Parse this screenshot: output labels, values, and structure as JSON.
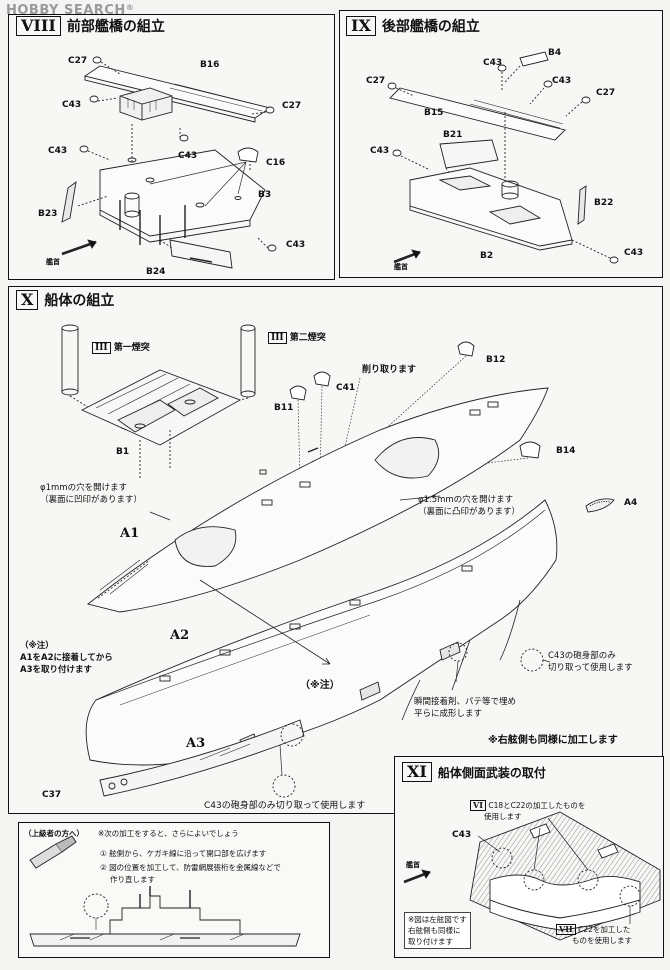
{
  "watermark": {
    "text": "HOBBY SEARCH",
    "reg": "®"
  },
  "steps": {
    "viii": {
      "numeral": "VIII",
      "title": "前部艦橋の組立",
      "labels": {
        "c27a": "C27",
        "b16": "B16",
        "c43a": "C43",
        "c27b": "C27",
        "c43b": "C43",
        "c43c": "C43",
        "c16": "C16",
        "b3": "B3",
        "b23": "B23",
        "c43d": "C43",
        "b24": "B24"
      },
      "bow": "艦首"
    },
    "ix": {
      "numeral": "IX",
      "title": "後部艦橋の組立",
      "labels": {
        "b4": "B4",
        "c43a": "C43",
        "c27a": "C27",
        "c43b": "C43",
        "c27b": "C27",
        "b15": "B15",
        "b21": "B21",
        "c43c": "C43",
        "b22": "B22",
        "b2": "B2",
        "c43d": "C43"
      },
      "bow": "艦首"
    },
    "x": {
      "numeral": "X",
      "title": "船体の組立",
      "funnel1": {
        "ref": "III",
        "text": "第一煙突"
      },
      "funnel2": {
        "ref": "III",
        "text": "第二煙突"
      },
      "labels": {
        "b1": "B1",
        "b12": "B12",
        "c41": "C41",
        "b11": "B11",
        "b14": "B14",
        "a4": "A4",
        "a1": "A1",
        "a2": "A2",
        "a3": "A3",
        "c37": "C37"
      },
      "remove": "削り取ります",
      "hole1": "φ1mmの穴を開けます",
      "hole1_sub": "（裏面に凹印があります）",
      "hole2": "φ1.5mmの穴を開けます",
      "hole2_sub": "（裏面に凸印があります）",
      "note_mark": "（※注）",
      "note_line1": "A1をA2に接着してから",
      "note_line2": "A3を取り付けます",
      "note_mark2": "（※注）",
      "c43_cut1_line1": "C43の砲身部のみ",
      "c43_cut1_line2": "切り取って使用します",
      "glue_line1": "瞬間接着剤、パテ等で埋め",
      "glue_line2": "平らに成形します",
      "starboard": "※右舷側も同様に加工します",
      "c43_cut2": "C43の砲身部のみ切り取って使用します"
    },
    "xi": {
      "numeral": "XI",
      "title": "船体側面武装の取付",
      "ref6": "VI",
      "c18_line1": "C18とC22の加工したものを",
      "c18_line2": "使用します",
      "c43": "C43",
      "bow": "艦首",
      "port_line1": "※図は左舷図です",
      "port_line2": "右舷側も同様に",
      "port_line3": "取り付けます",
      "ref7": "VII",
      "c22_line1": "C22を加工した",
      "c22_line2": "ものを使用します"
    }
  },
  "advanced": {
    "title": "（上級者の方へ）",
    "lead": "※次の加工をすると、さらによいでしょう",
    "item1": "舷側から、ケガキ線に沿って開口部を広げます",
    "item2": "図の位置を加工して、防雷網展張桁を金属線などで",
    "item3": "作り直します",
    "n1": "①",
    "n2": "②"
  }
}
